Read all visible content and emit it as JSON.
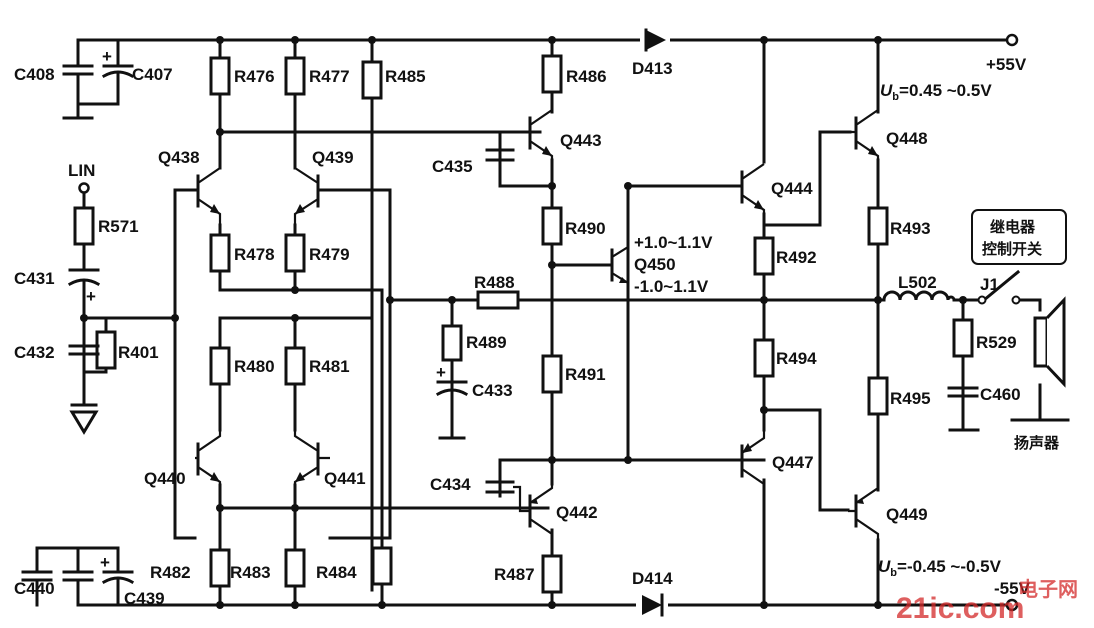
{
  "labels": {
    "c408": "C408",
    "c407": "C407",
    "r476": "R476",
    "r477": "R477",
    "r485": "R485",
    "r486": "R486",
    "d413": "D413",
    "supply_pos": "+55V",
    "q438": "Q438",
    "q439": "Q439",
    "lin": "LIN",
    "r571": "R571",
    "q443": "Q443",
    "c435": "C435",
    "q444": "Q444",
    "q448": "Q448",
    "r490": "R490",
    "q450": "Q450",
    "v_q450_top": "+1.0~1.1V",
    "v_q450_bot": "-1.0~1.1V",
    "r478": "R478",
    "r479": "R479",
    "r492": "R492",
    "r493": "R493",
    "c431": "C431",
    "r488": "R488",
    "l502": "L502",
    "j1": "J1",
    "relay_line1": "继电器",
    "relay_line2": "控制开关",
    "c432": "C432",
    "r401": "R401",
    "r489": "R489",
    "c433": "C433",
    "r494": "R494",
    "r529": "R529",
    "r480": "R480",
    "r481": "R481",
    "r491": "R491",
    "r495": "R495",
    "c460": "C460",
    "speaker": "扬声器",
    "q440": "Q440",
    "q441": "Q441",
    "q447": "Q447",
    "c434": "C434",
    "q442": "Q442",
    "q449": "Q449",
    "r482": "R482",
    "r483": "R483",
    "r484": "R484",
    "r487": "R487",
    "d414": "D414",
    "c440": "C440",
    "c439": "C439",
    "ub_pos_sym": "U",
    "ub_pos_sub": "b",
    "ub_pos_val": "=0.45 ~0.5V",
    "ub_neg_sym": "U",
    "ub_neg_sub": "b",
    "ub_neg_val": "=-0.45 ~-0.5V",
    "supply_neg": "-55V",
    "cap_plus": "+",
    "watermark_brand": "21ic.com",
    "watermark_zh": "电子网"
  }
}
